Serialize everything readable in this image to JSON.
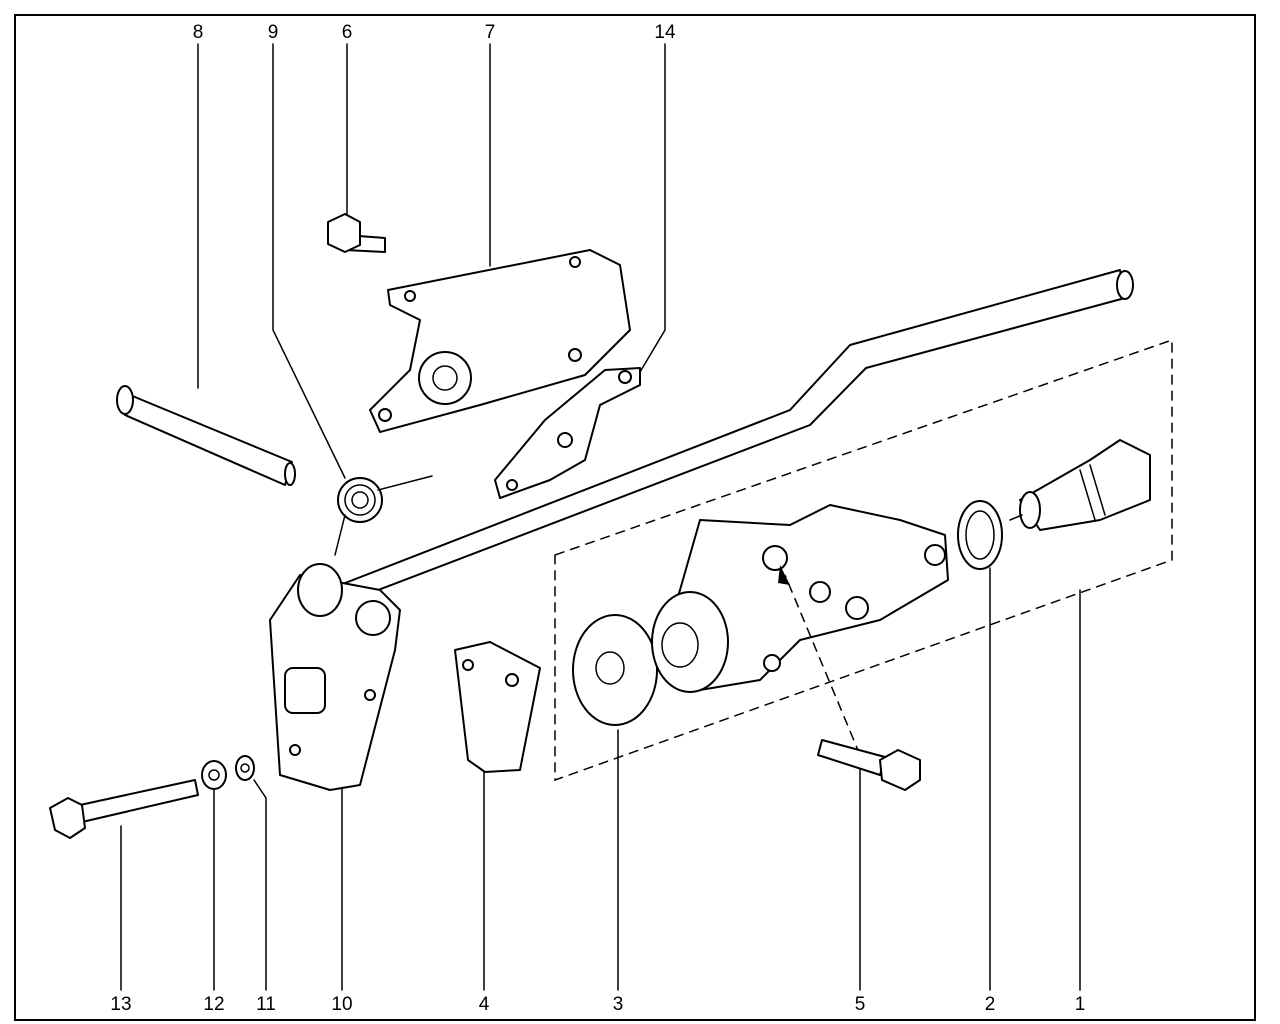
{
  "diagram": {
    "callouts_top": [
      "8",
      "9",
      "6",
      "7",
      "14"
    ],
    "callouts_bottom": [
      "13",
      "12",
      "11",
      "10",
      "4",
      "3",
      "5",
      "2",
      "1"
    ]
  }
}
